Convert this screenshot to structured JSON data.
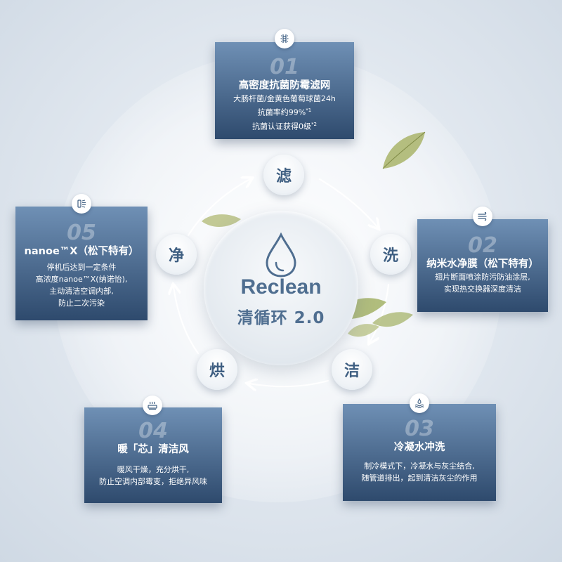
{
  "center": {
    "title": "Reclean",
    "subtitle": "清循环 2.0"
  },
  "stages": {
    "filter": "滤",
    "wash": "洗",
    "clean": "洁",
    "dry": "烘",
    "purify": "净"
  },
  "cards": {
    "c1": {
      "num": "01",
      "title": "高密度抗菌防霉滤网",
      "line1": "大肠杆菌/金黄色葡萄球菌24h",
      "line2": "抗菌率约99%",
      "line2_sup": "*1",
      "line3": "抗菌认证获得0级",
      "line3_sup": "*2"
    },
    "c2": {
      "num": "02",
      "title": "纳米水净膜（松下特有）",
      "line1": "翅片断面喷涂防污防油涂层,",
      "line2": "实现热交换器深度清洁"
    },
    "c3": {
      "num": "03",
      "title": "冷凝水冲洗",
      "line1": "制冷模式下，冷凝水与灰尘结合,",
      "line2": "随管道排出，起到清洁灰尘的作用"
    },
    "c4": {
      "num": "04",
      "title": "暖「芯」清洁风",
      "line1": "暖风干燥，充分烘干,",
      "line2": "防止空调内部霉变，拒绝异风味"
    },
    "c5": {
      "num": "05",
      "title": "nanoe™X（松下特有）",
      "line1": "停机后达到一定条件",
      "line2": "高浓度nanoe™X(纳诺怡),",
      "line3": "主动清洁空调内部,",
      "line4": "防止二次污染"
    }
  },
  "icons": {
    "card1": "filter-mesh-icon",
    "card2": "air-flow-icon",
    "card3": "water-drops-icon",
    "card4": "warm-air-icon",
    "card5": "ion-emitter-icon",
    "center": "water-drop-icon"
  },
  "colors": {
    "card_top": "#6f90b5",
    "card_bottom": "#2e4a6d",
    "accent_text": "#4f6e90",
    "stage_text": "#3f5f82"
  }
}
